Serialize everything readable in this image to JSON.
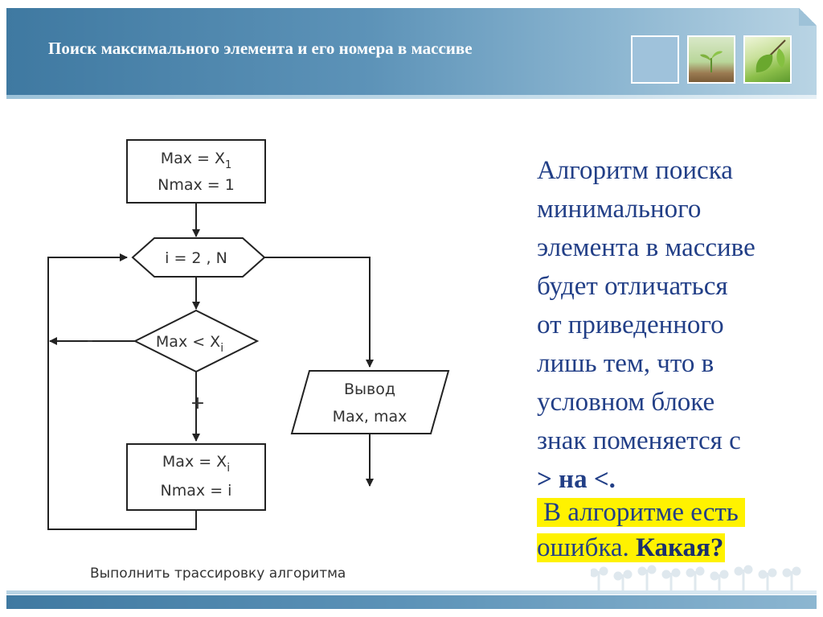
{
  "slide": {
    "title": "Поиск максимального элемента и его номера в массиве"
  },
  "flowchart": {
    "init_line1": "Max = X",
    "init_sub1": "1",
    "init_line2": "Nmax = 1",
    "loop_label": "i = 2 , N",
    "cond_label": "Max < X",
    "cond_sub": "i",
    "no_label": "-",
    "yes_label": "+",
    "assign_line1": "Max = X",
    "assign_sub1": "i",
    "assign_line2": "Nmax = i",
    "output_line1": "Вывод",
    "output_line2": "Max, max"
  },
  "description": {
    "lines": [
      "Алгоритм поиска",
      "минимального",
      "элемента в массиве",
      "будет отличаться",
      "от приведенного",
      "лишь тем, что в",
      "условном блоке",
      "знак поменяется с"
    ],
    "sign_change": "> на <."
  },
  "highlight": {
    "line1": "В алгоритме есть",
    "line2_plain": "ошибка. ",
    "line2_bold": "Какая?"
  },
  "caption": "Выполнить трассировку алгоритма"
}
